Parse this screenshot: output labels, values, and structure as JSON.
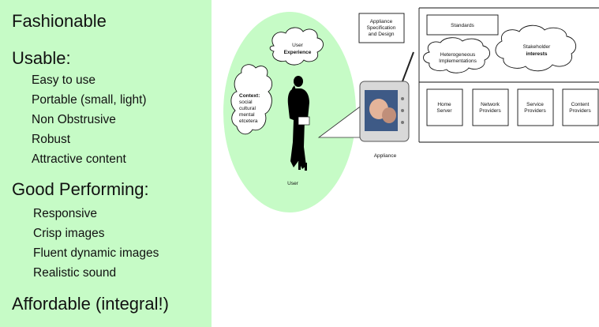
{
  "requirements": {
    "fashionable": "Fashionable",
    "usable": {
      "heading": "Usable:",
      "items": [
        "Easy to use",
        "Portable (small, light)",
        "Non Obstrusive",
        "Robust",
        "Attractive content"
      ]
    },
    "good_performing": {
      "heading": "Good Performing:",
      "items": [
        "Responsive",
        "Crisp images",
        "Fluent dynamic images",
        "Realistic sound"
      ]
    },
    "affordable": "Affordable (integral!)"
  },
  "diagram": {
    "user_experience": {
      "line1": "User",
      "line2": "Experience"
    },
    "context": {
      "title": "Context:",
      "items": [
        "social",
        "cultural",
        "mental",
        "etcetera"
      ]
    },
    "user_label": "User",
    "appliance_label": "Appliance",
    "appliance_spec": [
      "Appliance",
      "Specification",
      "and Design"
    ],
    "standards": "Standards",
    "heterogeneous": [
      "Heterogeneous",
      "Implementations"
    ],
    "stakeholder": {
      "line1": "Stakeholder",
      "line2": "interests"
    },
    "providers": [
      {
        "line1": "Home",
        "line2": "Server"
      },
      {
        "line1": "Network",
        "line2": "Providers"
      },
      {
        "line1": "Service",
        "line2": "Providers"
      },
      {
        "line1": "Content",
        "line2": "Providers"
      }
    ],
    "colors": {
      "panel": "#c6fbc6",
      "ellipse": "#c6fbc6",
      "screen": "#3e5a86"
    }
  }
}
